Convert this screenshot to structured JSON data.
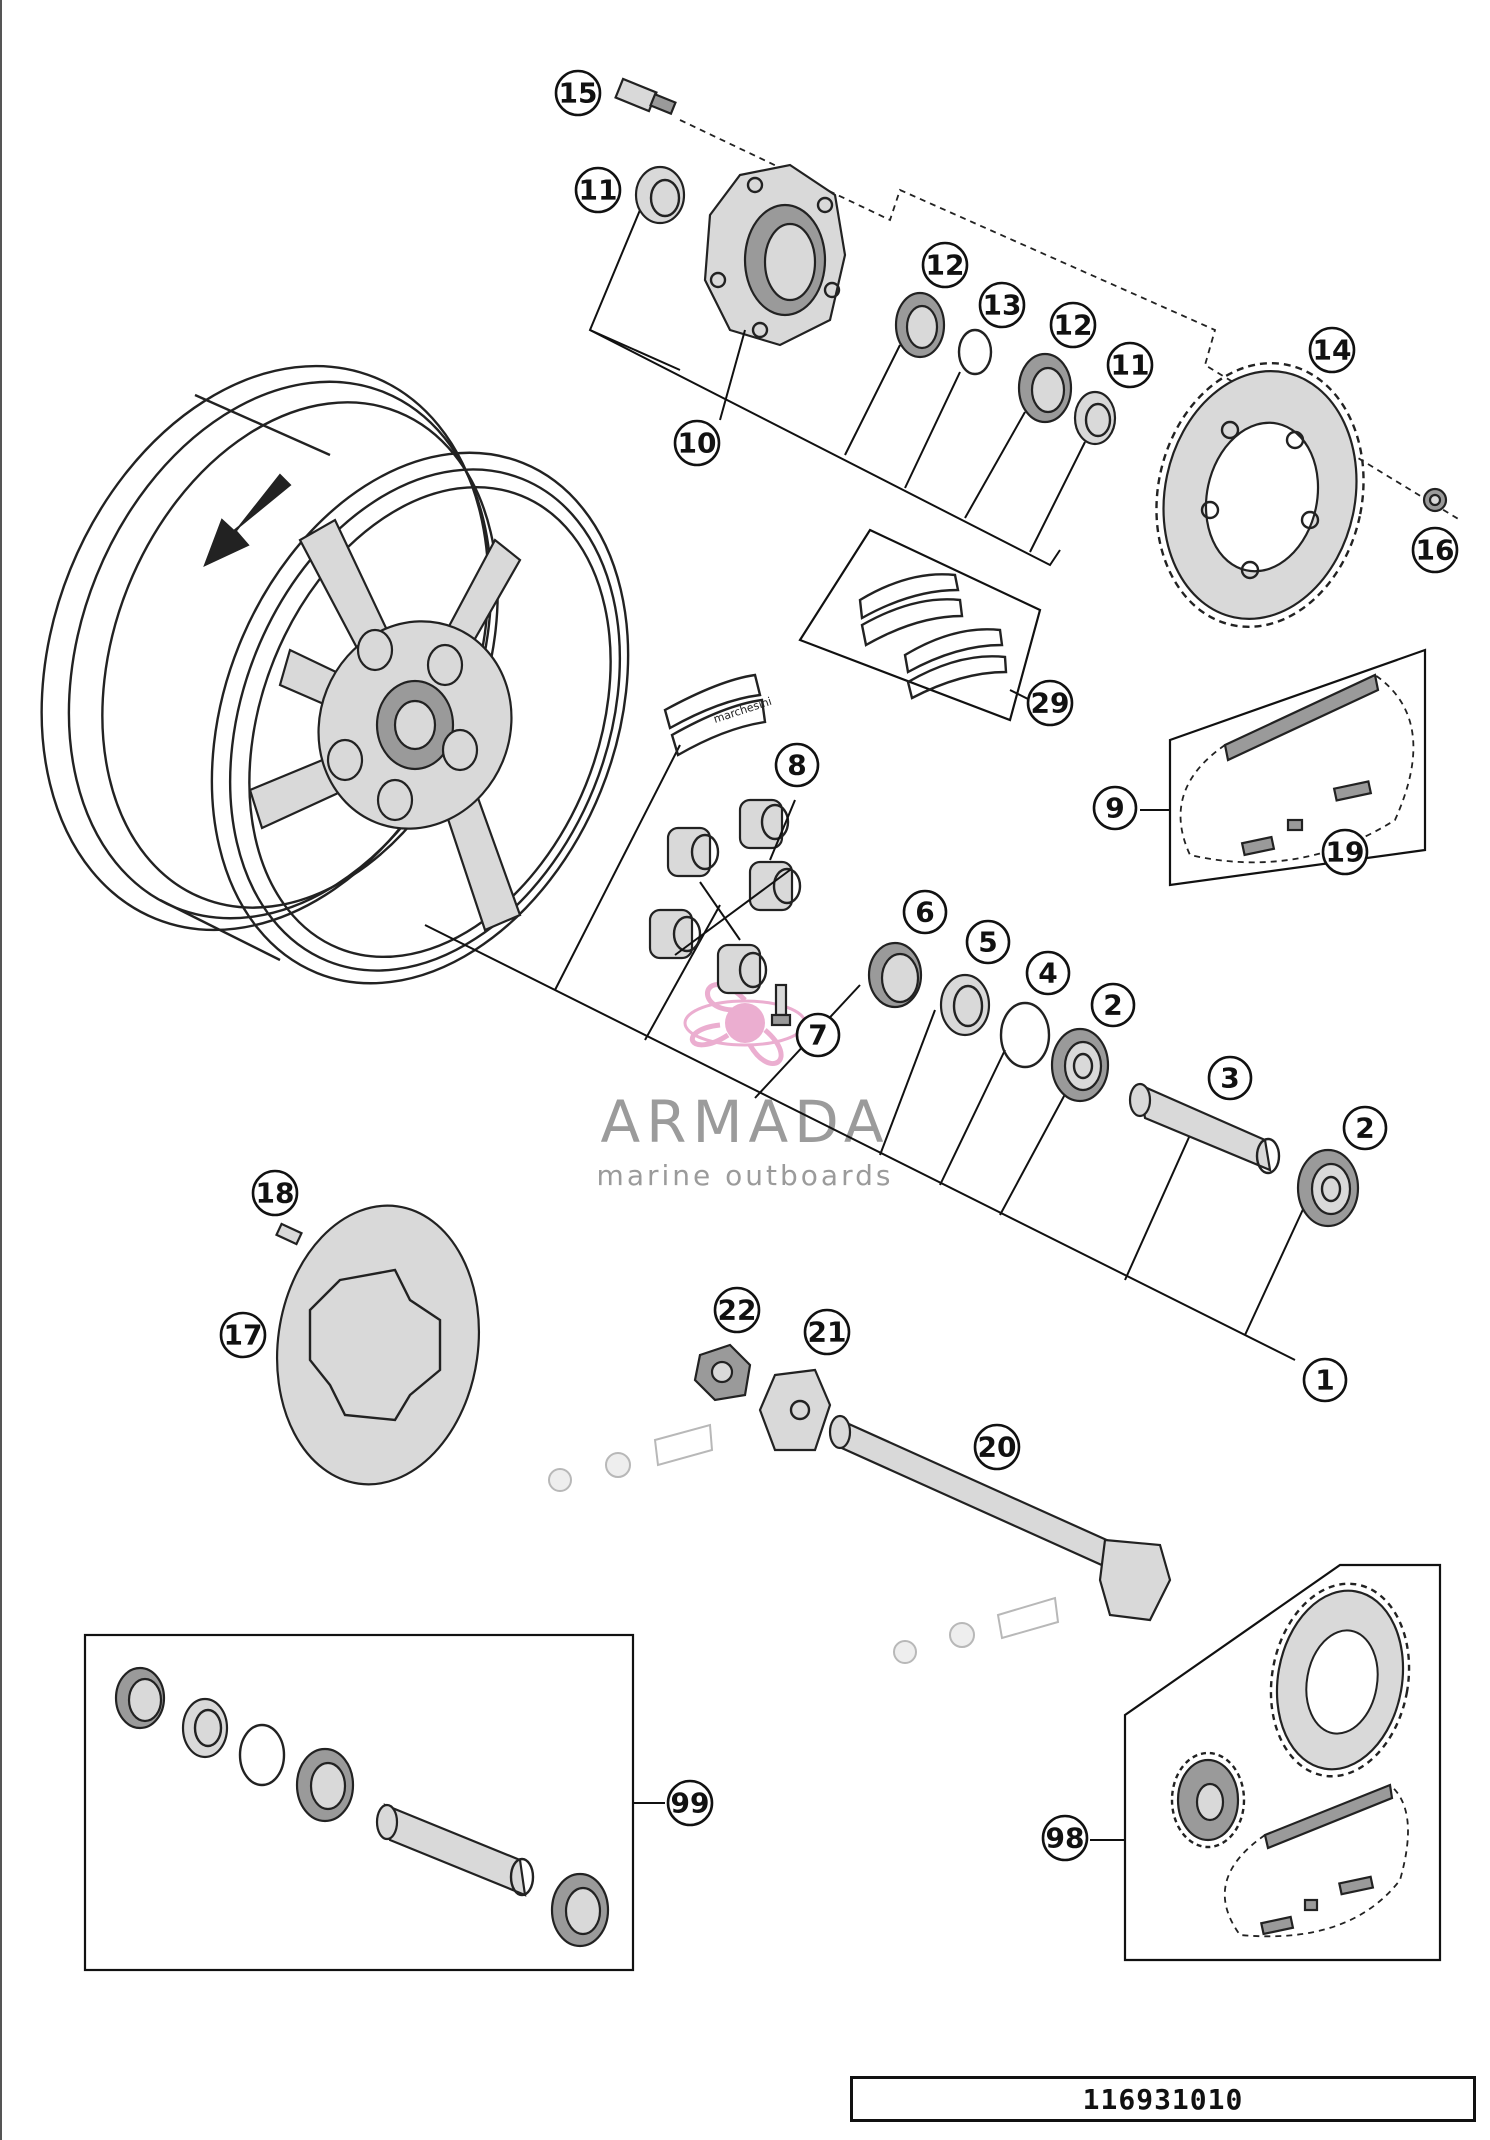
{
  "diagram": {
    "part_number": "116931010",
    "callouts": [
      "1",
      "2",
      "2",
      "3",
      "4",
      "5",
      "6",
      "7",
      "8",
      "9",
      "10",
      "11",
      "11",
      "12",
      "12",
      "13",
      "14",
      "15",
      "16",
      "17",
      "18",
      "19",
      "20",
      "21",
      "22",
      "29",
      "98",
      "99"
    ],
    "stickers": {
      "brand_text": "marchesini"
    },
    "watermark": {
      "brand": "ARMADA",
      "tagline": "marine outboards",
      "color": "#e8a0c8"
    },
    "colors": {
      "line": "#222222",
      "background": "#ffffff",
      "part_fill": "#d9d9d9"
    }
  }
}
